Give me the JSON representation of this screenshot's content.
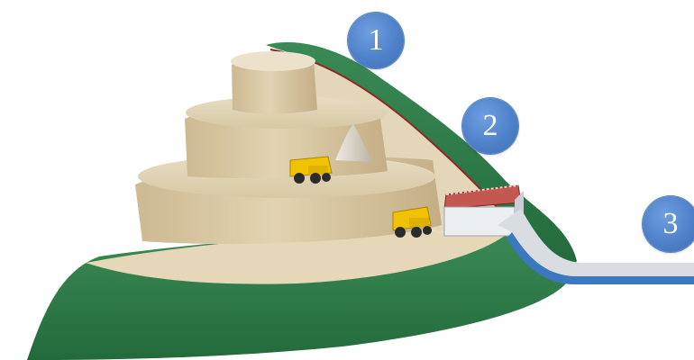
{
  "markers": [
    {
      "label": "1"
    },
    {
      "label": "2"
    },
    {
      "label": "3"
    }
  ],
  "colors": {
    "hill_green": "#2e7d4a",
    "rock_tan": "#d9c7a3",
    "marker_blue": "#4f81c9",
    "conveyor_blue": "#3b78c0",
    "truck_yellow": "#f2c200",
    "roof_red": "#c0392b"
  },
  "icons": [
    "haul-truck-icon",
    "haul-truck-icon",
    "crusher-building-icon",
    "ore-pile-icon"
  ]
}
